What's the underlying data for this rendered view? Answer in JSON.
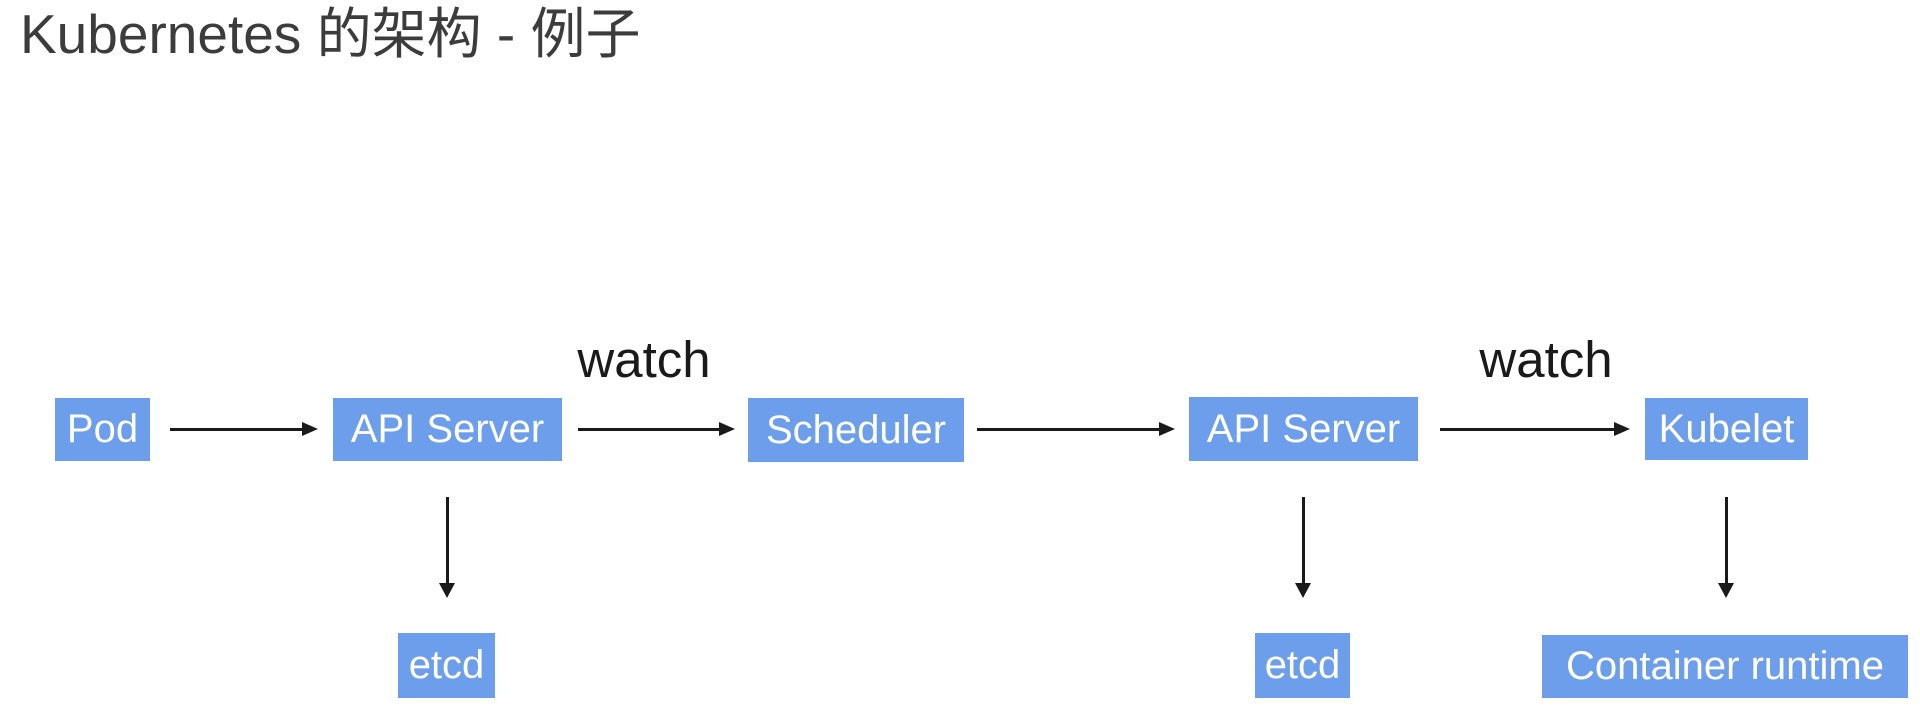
{
  "title": "Kubernetes 的架构 - 例子",
  "colors": {
    "node_fill": "#6d9eeb",
    "node_text": "#ffffff",
    "arrow": "#1a1a1a",
    "title_text": "#3c3c3c",
    "background": "#ffffff"
  },
  "diagram": {
    "nodes": [
      {
        "id": "pod",
        "label": "Pod"
      },
      {
        "id": "api-server-1",
        "label": "API Server"
      },
      {
        "id": "scheduler",
        "label": "Scheduler"
      },
      {
        "id": "api-server-2",
        "label": "API Server"
      },
      {
        "id": "kubelet",
        "label": "Kubelet"
      },
      {
        "id": "etcd-1",
        "label": "etcd"
      },
      {
        "id": "etcd-2",
        "label": "etcd"
      },
      {
        "id": "container-runtime",
        "label": "Container runtime"
      }
    ],
    "edges": [
      {
        "from": "pod",
        "to": "api-server-1",
        "label": "",
        "direction": "right"
      },
      {
        "from": "api-server-1",
        "to": "scheduler",
        "label": "watch",
        "direction": "right"
      },
      {
        "from": "scheduler",
        "to": "api-server-2",
        "label": "",
        "direction": "right"
      },
      {
        "from": "api-server-2",
        "to": "kubelet",
        "label": "watch",
        "direction": "right"
      },
      {
        "from": "api-server-1",
        "to": "etcd-1",
        "label": "",
        "direction": "down"
      },
      {
        "from": "api-server-2",
        "to": "etcd-2",
        "label": "",
        "direction": "down"
      },
      {
        "from": "kubelet",
        "to": "container-runtime",
        "label": "",
        "direction": "down"
      }
    ]
  }
}
